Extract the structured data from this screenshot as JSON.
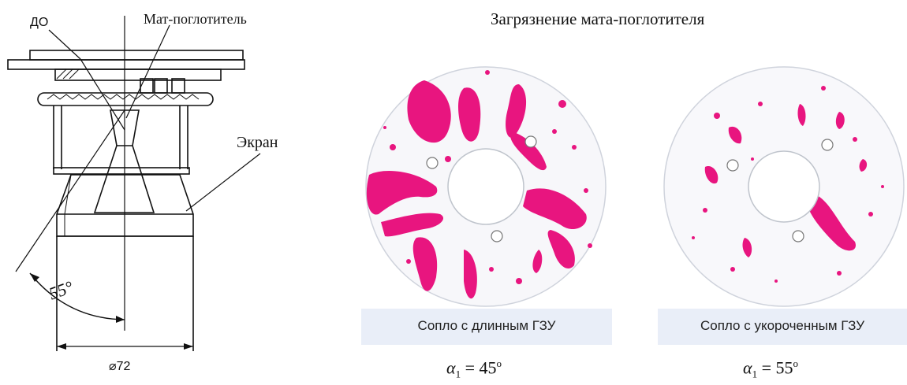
{
  "drawing": {
    "label_do": "ДО",
    "label_mat": "Мат-поглотитель",
    "label_screen": "Экран",
    "label_angle": "55°",
    "label_diameter": "⌀72"
  },
  "figure": {
    "title": "Загрязнение мата-поглотителя",
    "photos": [
      {
        "caption": "Сопло с длинным ГЗУ",
        "alpha_symbol": "α",
        "alpha_index": "1",
        "alpha_eq": " = 45",
        "alpha_unit": "o"
      },
      {
        "caption": "Сопло с укороченным ГЗУ",
        "alpha_symbol": "α",
        "alpha_index": "1",
        "alpha_eq": " = 55",
        "alpha_unit": "o"
      }
    ]
  },
  "colors": {
    "stain": "#e8157f",
    "panel": "#e9eef8",
    "line": "#111111"
  }
}
